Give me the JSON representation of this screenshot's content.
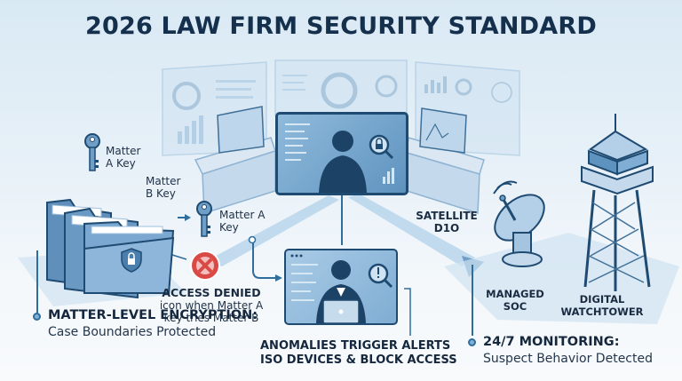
{
  "title": "2026 LAW FIRM SECURITY STANDARD",
  "labels": {
    "matter_a_key_top": [
      "Matter",
      "A Key"
    ],
    "matter_b_key": [
      "Matter",
      "B Key"
    ],
    "matter_a_key_mid": [
      "Matter A",
      "Key"
    ],
    "access_denied_title": "ACCESS DENIED",
    "access_denied_desc": [
      "icon when Matter A",
      "key tries Matter B"
    ],
    "satellite": [
      "SATELLITE",
      "D1O"
    ],
    "managed_soc": [
      "MANAGED",
      "SOC"
    ],
    "digital_watchtower": [
      "DIGITAL",
      "WATCHTOWER"
    ]
  },
  "sections": [
    {
      "heading": "MATTER-LEVEL ENCRYPTION:",
      "subtext": "Case Boundaries Protected"
    },
    {
      "heading_lines": [
        "ANOMALIES TRIGGER ALERTS",
        "ISO DEVICES & BLOCK ACCESS"
      ]
    },
    {
      "heading": "24/7 MONITORING:",
      "subtext": "Suspect Behavior Detected"
    }
  ],
  "icons": [
    "key-icon",
    "folder-stack-icon",
    "shield-lock-icon",
    "access-denied-icon",
    "analyst-monitor-icon",
    "magnifier-lock-icon",
    "laptop-user-icon",
    "magnifier-alert-icon",
    "satellite-dish-icon",
    "watchtower-icon",
    "dashboard-screen-icon"
  ],
  "colors": {
    "title": "#15304d",
    "primary_blue": "#2f6d9c",
    "light_blue": "#a9cbe6",
    "deny_red": "#d94a47",
    "background": "#e3eef6"
  }
}
